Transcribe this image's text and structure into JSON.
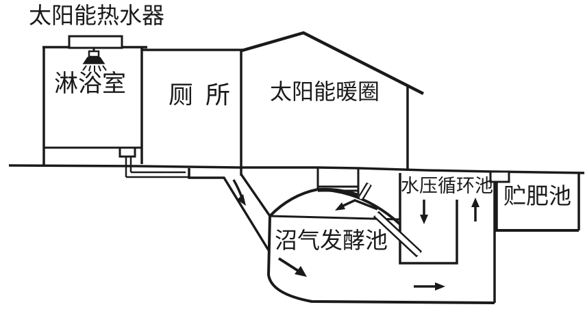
{
  "background": "#ffffff",
  "line_color": "#1a1a1a",
  "labels": {
    "solar_water_heater": "太阳能热水器",
    "shower_room": "淋浴室",
    "toilet": "厕  所",
    "solar_heated_pigpen": "太阳能暖圈",
    "water_pressure_circulation_pool": "水压循环池",
    "manure_storage_pool": "贮肥池",
    "biogas_fermentation_pool": "沼气发酵池"
  },
  "icons": {
    "shower_head": "shower-head-icon",
    "gas_outlet_pipe": "gas-pipe-icon",
    "discharge_pipe": "discharge-pipe-icon",
    "manhole_cover": "manhole-cover-icon"
  },
  "flow_arrows": [
    {
      "id": "inlet-flow",
      "direction": "down-right",
      "location": "inclined inlet channel from toilet/shower to digester"
    },
    {
      "id": "surface-flow",
      "direction": "left",
      "location": "under digester dome along liquid level"
    },
    {
      "id": "digester-flow",
      "direction": "down-right",
      "location": "inside biogas fermentation pool"
    },
    {
      "id": "pressure-pool-flow",
      "direction": "down",
      "location": "inside water pressure circulation pool"
    },
    {
      "id": "riser-flow",
      "direction": "up",
      "location": "channel between digester and pressure pool"
    },
    {
      "id": "bottom-flow",
      "direction": "right",
      "location": "bottom outlet channel of digester"
    }
  ]
}
